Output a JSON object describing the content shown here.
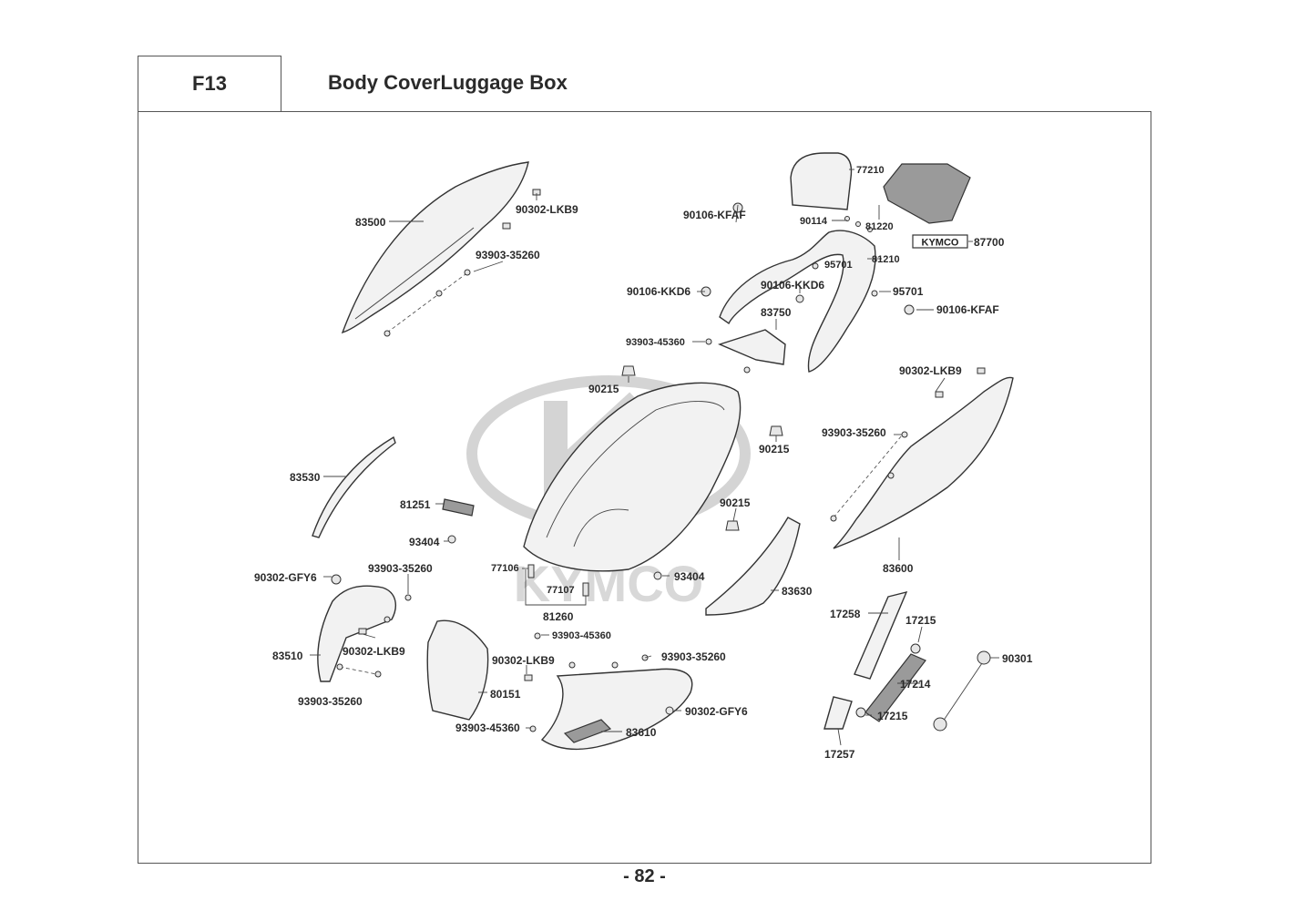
{
  "header": {
    "code": "F13",
    "title": "Body CoverLuggage Box"
  },
  "watermark": {
    "brand_text": "KYMCO"
  },
  "logo": {
    "text": "KYMCO"
  },
  "labels": {
    "p83500": "83500",
    "p90302_lkb9_a": "90302-LKB9",
    "p93903_35260_a": "93903-35260",
    "p77210": "77210",
    "p90106_kfaf_a": "90106-KFAF",
    "p90114": "90114",
    "p81220": "81220",
    "p87700": "87700",
    "p95701_a": "95701",
    "p81210": "81210",
    "p90106_kkd6_a": "90106-KKD6",
    "p90106_kkd6_b": "90106-KKD6",
    "p95701_b": "95701",
    "p90106_kfaf_b": "90106-KFAF",
    "p83750": "83750",
    "p93903_45360_a": "93903-45360",
    "p90302_lkb9_b": "90302-LKB9",
    "p90215_a": "90215",
    "p90215_b": "90215",
    "p93903_35260_b": "93903-35260",
    "p83530": "83530",
    "p81251": "81251",
    "p90215_c": "90215",
    "p93404_a": "93404",
    "p77106": "77106",
    "p93404_b": "93404",
    "p77107": "77107",
    "p81260": "81260",
    "p83600": "83600",
    "p90302_gfy6_a": "90302-GFY6",
    "p93903_35260_c": "93903-35260",
    "p83630": "83630",
    "p17258": "17258",
    "p17215_a": "17215",
    "p83510": "83510",
    "p90302_lkb9_c": "90302-LKB9",
    "p93903_45360_b": "93903-45360",
    "p93903_35260_d": "93903-35260",
    "p90302_lkb9_d": "90302-LKB9",
    "p90301": "90301",
    "p17214": "17214",
    "p80151": "80151",
    "p90302_gfy6_b": "90302-GFY6",
    "p93903_35260_e": "93903-35260",
    "p17215_b": "17215",
    "p93903_45360_c": "93903-45360",
    "p83610": "83610",
    "p17257": "17257"
  },
  "page_number": "- 82 -"
}
